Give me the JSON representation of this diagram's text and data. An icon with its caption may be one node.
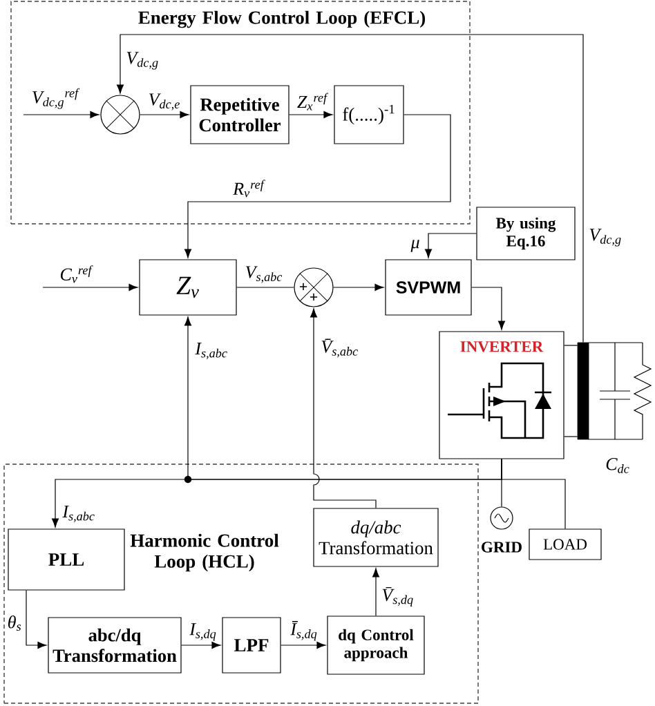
{
  "diagram": {
    "nodes": [
      {
        "text": [
          "Energy Flow Control Loop (EFCL)"
        ]
      },
      {
        "text": [],
        "shape": "circle",
        "in": 0
      },
      {
        "text": [
          "Repetitive Controller"
        ],
        "in": 0
      },
      {
        "text": [
          "f(.....)$^{-1}$"
        ],
        "in": 0
      },
      {
        "text": [
          "By using Eq.16"
        ]
      },
      {
        "text": [
          "Z$_{v}$"
        ]
      },
      {
        "text": [
          "+",
          "+"
        ]
      },
      {
        "text": [
          "SVPWM"
        ]
      },
      {
        "text": [
          "INVERTER"
        ]
      },
      {
        "text": [],
        "shape": "bar"
      },
      {
        "text": [],
        "shape": "circle",
        "beside": [
          "GRID"
        ]
      },
      {
        "text": [
          "LOAD"
        ]
      },
      {
        "text": [
          "Harmonic Control Loop (HCL)"
        ]
      },
      {
        "text": [
          "PLL"
        ],
        "in": 12
      },
      {
        "text": [
          "*dq/abc* Transformation"
        ],
        "in": 12
      },
      {
        "text": [
          "abc/dq Transformation"
        ],
        "in": 12
      },
      {
        "text": [
          "LPF"
        ],
        "in": 12
      },
      {
        "text": [
          "dq Control approach"
        ],
        "in": 12
      }
    ],
    "edges": [
      {
        "from": null,
        "to": 1,
        "arrow": "to",
        "label": "V$_{dc,g}$$^{ref}$"
      },
      {
        "from": 9,
        "to": 1,
        "arrow": "to",
        "label": "V$_{dc,g}$"
      },
      {
        "from": 1,
        "to": 2,
        "arrow": "to",
        "label": "V$_{dc,e}$"
      },
      {
        "from": 2,
        "to": 3,
        "arrow": "to",
        "label": "Z$_{x}$$^{ref}$"
      },
      {
        "from": 3,
        "to": 5,
        "arrow": "to",
        "label": "R$_{v}$$^{ref}$"
      },
      {
        "from": null,
        "to": 5,
        "arrow": "to",
        "label": "C$_{v}$$^{ref}$"
      },
      {
        "from": 5,
        "to": 6,
        "arrow": "none",
        "label": "V$_{s,abc}$"
      },
      {
        "from": 6,
        "to": 7,
        "arrow": "to"
      },
      {
        "from": 4,
        "to": 7,
        "arrow": "to",
        "label": "μ"
      },
      {
        "from": 7,
        "to": 8,
        "arrow": "to"
      },
      {
        "from": 8,
        "to": 9,
        "arrow": "none"
      },
      {
        "from": 8,
        "to": 9,
        "arrow": "none"
      },
      {
        "from": 8,
        "to": 10,
        "arrow": "none"
      },
      {
        "from": 8,
        "to": 11,
        "arrow": "none"
      },
      {
        "from": 8,
        "to": 5,
        "arrow": "to",
        "label": "I$_{s,abc}$"
      },
      {
        "from": 8,
        "to": 13,
        "arrow": "to",
        "label": "I$_{s,abc}$"
      },
      {
        "from": 14,
        "to": 6,
        "arrow": "to",
        "label": "V̄$_{s,abc}$"
      },
      {
        "from": 13,
        "to": 15,
        "arrow": "to",
        "label": "θ$_{s}$"
      },
      {
        "from": 15,
        "to": 16,
        "arrow": "to",
        "label": "I$_{s,dq}$"
      },
      {
        "from": 16,
        "to": 17,
        "arrow": "to",
        "label": "Ī$_{s,dq}$"
      },
      {
        "from": 17,
        "to": 14,
        "arrow": "to",
        "label": "V̄$_{s,dq}$"
      }
    ],
    "labels": [
      "V$_{dc,g}$",
      "C$_{dc}$"
    ]
  }
}
